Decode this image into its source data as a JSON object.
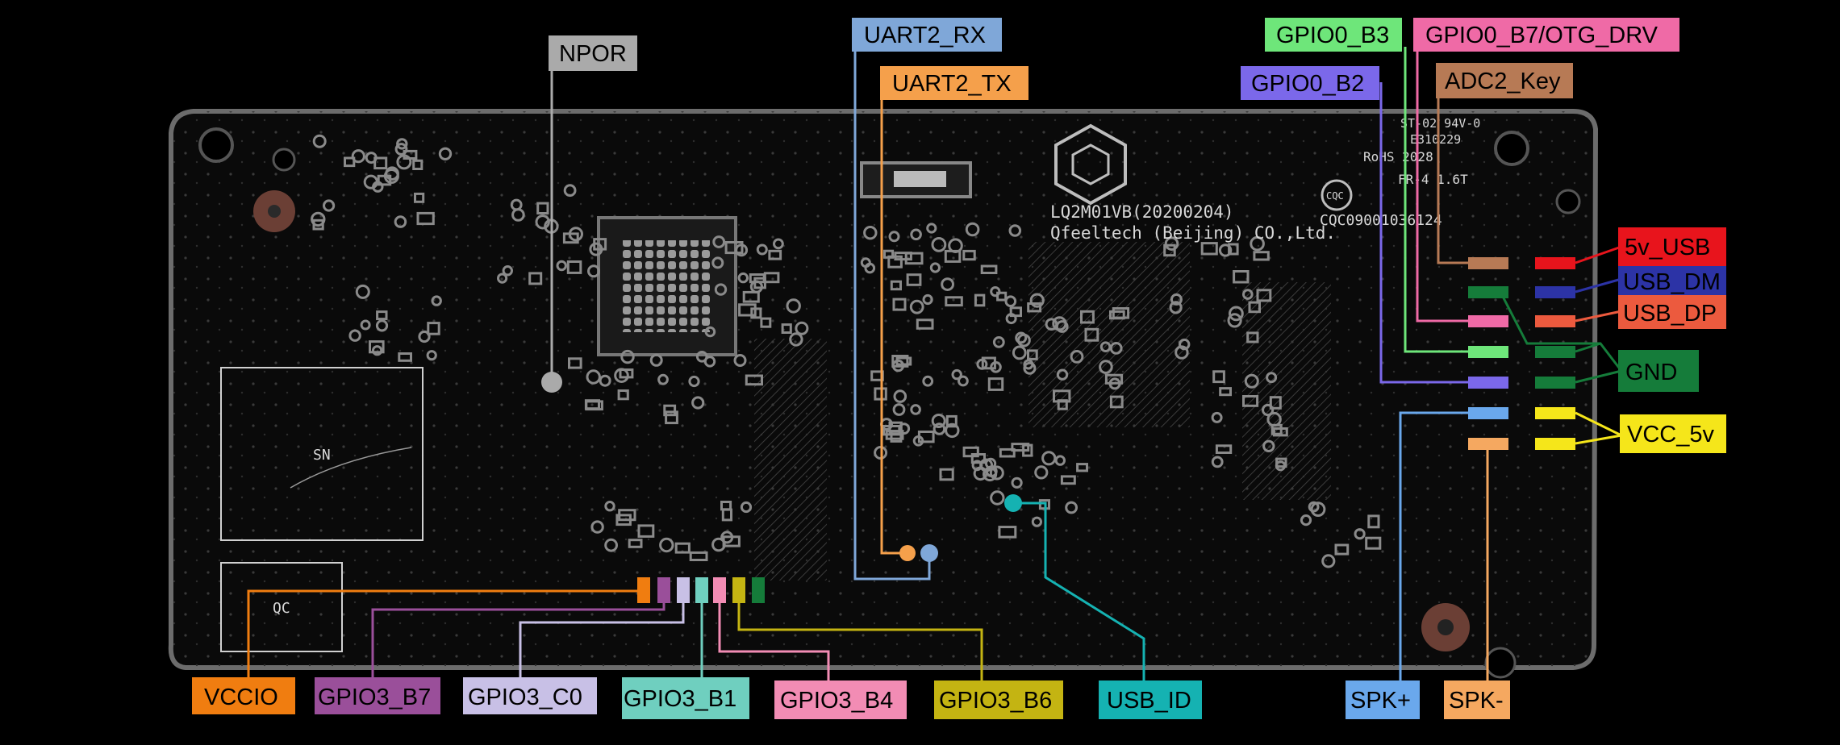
{
  "silkscreen": {
    "model_line": "LQ2M01VB(20200204)",
    "company_line": "Qfeeltech (Beijing) CO.,Ltd.",
    "cert_line": "CQC09001036124",
    "cqc_logo": "CQC",
    "board_code": "ST-02 94V-0",
    "ul_file": "E310229",
    "rohs_line": "RoHS 2028",
    "fr_line": "FR-4  1.6T",
    "sn_box": "SN",
    "qc_box": "QC"
  },
  "labels": {
    "npor": {
      "text": "NPOR",
      "color": "#aaaaaa",
      "text_color": "#000000"
    },
    "uart2_rx": {
      "text": "UART2_RX",
      "color": "#7fa7d8",
      "text_color": "#000000"
    },
    "uart2_tx": {
      "text": "UART2_TX",
      "color": "#f5a04b",
      "text_color": "#000000"
    },
    "gpio0_b3": {
      "text": "GPIO0_B3",
      "color": "#6ee67a",
      "text_color": "#000000"
    },
    "gpio0_b7": {
      "text": "GPIO0_B7/OTG_DRV",
      "color": "#ef6aa6",
      "text_color": "#000000"
    },
    "gpio0_b2": {
      "text": "GPIO0_B2",
      "color": "#7b68ea",
      "text_color": "#000000"
    },
    "adc2_key": {
      "text": "ADC2_Key",
      "color": "#b77a55",
      "text_color": "#000000"
    },
    "v5_usb": {
      "text": "5v_USB",
      "color": "#e8141c",
      "text_color": "#000000"
    },
    "usb_dm": {
      "text": "USB_DM",
      "color": "#2c33a6",
      "text_color": "#000000"
    },
    "usb_dp": {
      "text": "USB_DP",
      "color": "#ec5a3e",
      "text_color": "#000000"
    },
    "gnd": {
      "text": "GND",
      "color": "#157c3a",
      "text_color": "#000000"
    },
    "vcc_5v": {
      "text": "VCC_5v",
      "color": "#f5e61a",
      "text_color": "#000000"
    },
    "vccio": {
      "text": "VCCIO",
      "color": "#f07d10",
      "text_color": "#000000"
    },
    "gpio3_b7": {
      "text": "GPIO3_B7",
      "color": "#9a4f9a",
      "text_color": "#000000"
    },
    "gpio3_c0": {
      "text": "GPIO3_C0",
      "color": "#c8c0e6",
      "text_color": "#000000"
    },
    "gpio3_b1": {
      "text": "GPIO3_B1",
      "color": "#6fcfbf",
      "text_color": "#000000"
    },
    "gpio3_b4": {
      "text": "GPIO3_B4",
      "color": "#f28cb4",
      "text_color": "#000000"
    },
    "gpio3_b6": {
      "text": "GPIO3_B6",
      "color": "#c4b412",
      "text_color": "#000000"
    },
    "usb_id": {
      "text": "USB_ID",
      "color": "#15b2b2",
      "text_color": "#000000"
    },
    "spk_plus": {
      "text": "SPK+",
      "color": "#6aa8ec",
      "text_color": "#000000"
    },
    "spk_minus": {
      "text": "SPK-",
      "color": "#f5a860",
      "text_color": "#000000"
    }
  }
}
